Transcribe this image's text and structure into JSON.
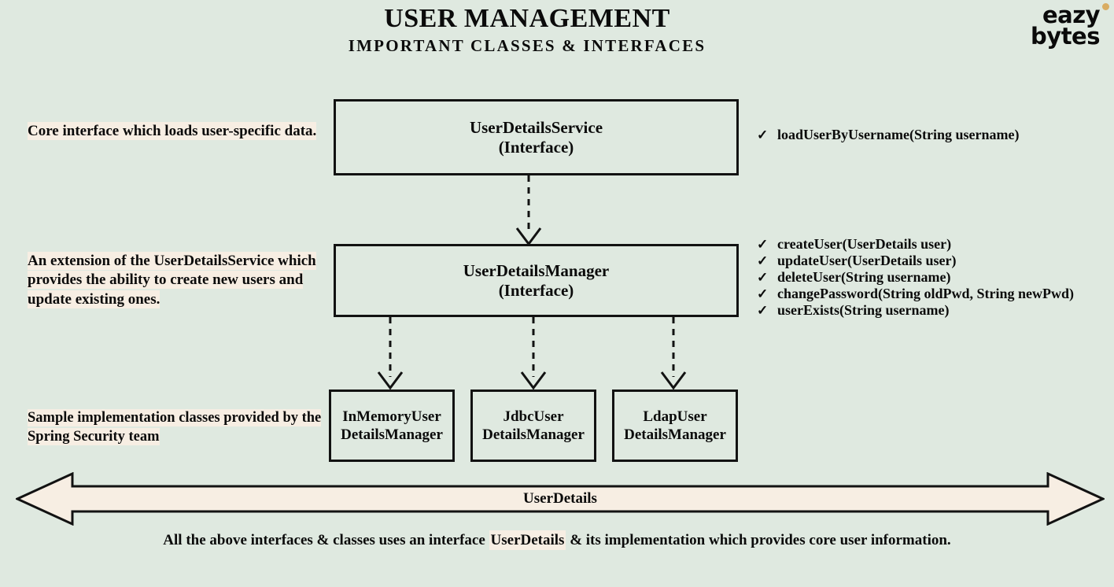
{
  "header": {
    "title": "USER MANAGEMENT",
    "subtitle": "IMPORTANT CLASSES & INTERFACES",
    "logo_line1": "eazy",
    "logo_line2": "bytes"
  },
  "colors": {
    "background": "#dfe9e0",
    "highlight": "#f7eee3",
    "outline": "#121212",
    "logo_dot": "#d9ad63"
  },
  "nodes": {
    "user_details_service": {
      "name": "UserDetailsService",
      "stereotype": "(Interface)"
    },
    "user_details_manager": {
      "name": "UserDetailsManager",
      "stereotype": "(Interface)"
    },
    "in_memory": {
      "line1": "InMemoryUser",
      "line2": "DetailsManager"
    },
    "jdbc": {
      "line1": "JdbcUser",
      "line2": "DetailsManager"
    },
    "ldap": {
      "line1": "LdapUser",
      "line2": "DetailsManager"
    }
  },
  "descriptions": {
    "service": "Core interface which loads user-specific data.",
    "manager": "An extension of the UserDetailsService which provides the ability to create new users and update existing ones.",
    "implementations": "Sample implementation classes provided by the Spring Security team"
  },
  "methods": {
    "tick": "✓",
    "user_details_service": [
      "loadUserByUsername(String username)"
    ],
    "user_details_manager": [
      "createUser(UserDetails user)",
      "updateUser(UserDetails user)",
      "deleteUser(String username)",
      "changePassword(String oldPwd, String newPwd)",
      "userExists(String username)"
    ]
  },
  "bottom_arrow": {
    "label": "UserDetails"
  },
  "footer": {
    "prefix": "All the above interfaces & classes uses an interface ",
    "highlight": "UserDetails",
    "suffix": " & its implementation which provides core user information."
  }
}
